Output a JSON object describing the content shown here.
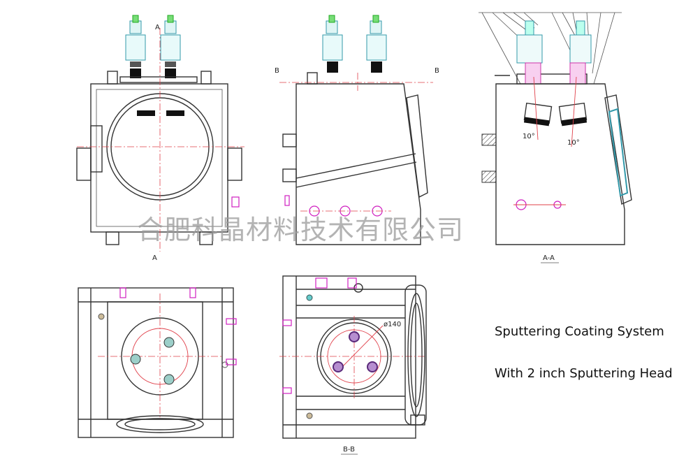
{
  "labels": {
    "section_a_top": "A",
    "section_a_bottom": "A",
    "section_b_left": "B",
    "section_b_right": "B",
    "view_aa": "A-A",
    "view_bb": "B-B",
    "angle_left": "10°",
    "angle_right": "10°",
    "diameter": "ø140"
  },
  "watermark": "合肥科晶材料技术有限公司",
  "caption": {
    "line1": "Sputtering Coating System",
    "line2": "With 2 inch Sputtering Head"
  },
  "colors": {
    "outline": "#333333",
    "centerline": "#e0404a",
    "fitting": "#d020c0",
    "connector": "#3cb8c8",
    "gauge": "#22b14c"
  }
}
